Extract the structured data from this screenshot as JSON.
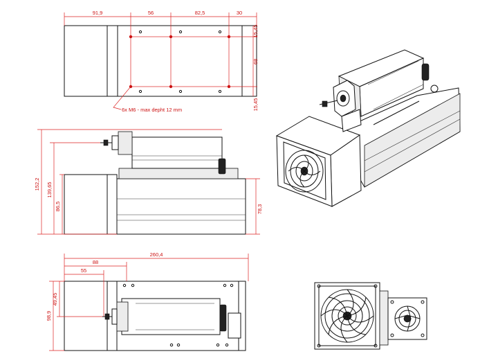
{
  "top_view": {
    "dims": {
      "d1": "91,9",
      "d2": "56",
      "d3": "82,5",
      "d4": "30",
      "d5": "15,45",
      "d6": "68",
      "d7": "15,45"
    },
    "note": "6x M6 - max depht 12 mm"
  },
  "side_view": {
    "dims": {
      "d1": "152,2",
      "d2": "139,65",
      "d3": "86,5",
      "d4": "78,3"
    }
  },
  "bottom_view": {
    "dims": {
      "d1": "260,4",
      "d2": "88",
      "d3": "55",
      "d4": "49,45",
      "d5": "98,9"
    }
  }
}
